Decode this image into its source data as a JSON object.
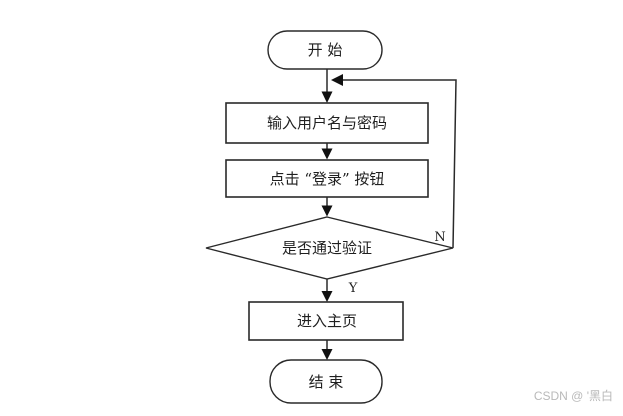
{
  "flowchart": {
    "nodes": {
      "start": {
        "label": "开 始",
        "type": "terminator"
      },
      "input_credentials": {
        "label": "输入用户名与密码",
        "type": "process"
      },
      "click_login": {
        "label": "点击 “登录” 按钮",
        "type": "process"
      },
      "verify": {
        "label": "是否通过验证",
        "type": "decision"
      },
      "enter_homepage": {
        "label": "进入主页",
        "type": "process"
      },
      "end": {
        "label": "结 束",
        "type": "terminator"
      }
    },
    "edge_labels": {
      "yes": "Y",
      "no": "N"
    },
    "colors": {
      "stroke": "#2a2a2a",
      "arrow_fill": "#111111",
      "shape_fill": "#ffffff",
      "text": "#1f1f1f",
      "background": "#ffffff"
    }
  },
  "watermark": {
    "text": "CSDN @ '黑白",
    "color": "#b9b9b9"
  }
}
